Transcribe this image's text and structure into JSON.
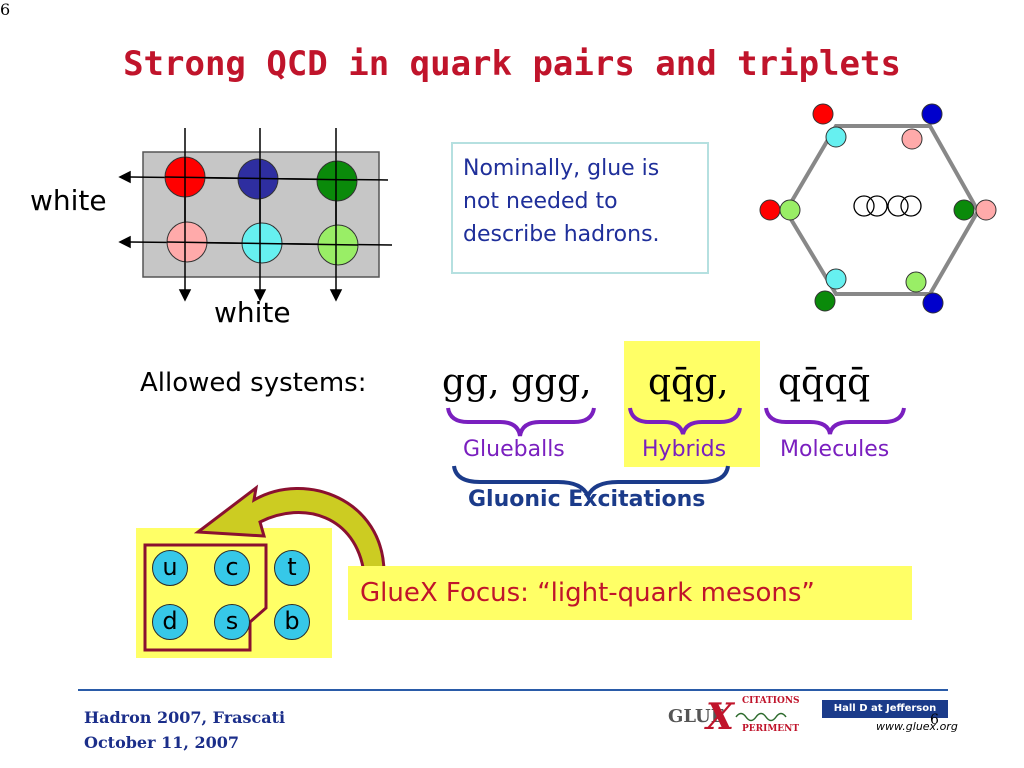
{
  "title": "Strong QCD in quark pairs and triplets",
  "white_row_label": "white",
  "white_col_label": "white",
  "note": "Nominally, glue is not needed to describe hadrons.",
  "allowed": {
    "label": "Allowed systems:",
    "glueballs_expr": "gg,  ggg,",
    "hybrids_expr": "qq̄g,",
    "molecules_expr": "qq̄qq̄"
  },
  "groups": {
    "glueballs": "Glueballs",
    "hybrids": "Hybrids",
    "molecules": "Molecules",
    "gluonic": "Gluonic Excitations"
  },
  "quarks": {
    "u": "u",
    "c": "c",
    "t": "t",
    "d": "d",
    "s": "s",
    "b": "b"
  },
  "focus": "GlueX Focus: “light-quark mesons”",
  "footer": {
    "conference": "Hadron 2007, Frascati",
    "date": "October 11, 2007",
    "page": "6",
    "logo_left_a": "GLUE",
    "logo_left_x": "X",
    "logo_left_top": "CITATIONS",
    "logo_left_bottom": "PERIMENT",
    "logo_right_title": "Hall D at Jefferson Lab",
    "logo_right_url": "www.gluex.org",
    "logo_right_page": "6"
  },
  "colors": {
    "title": "#c0142b",
    "red": "#ff0000",
    "blue": "#2e2ea0",
    "green": "#0a8a0a",
    "pink": "#ffaaaa",
    "cyan": "#66f0f0",
    "lightgreen": "#99ee66",
    "highlight": "#ffff66",
    "brace": "#7a1fbf",
    "navy": "#1b3b8a"
  }
}
